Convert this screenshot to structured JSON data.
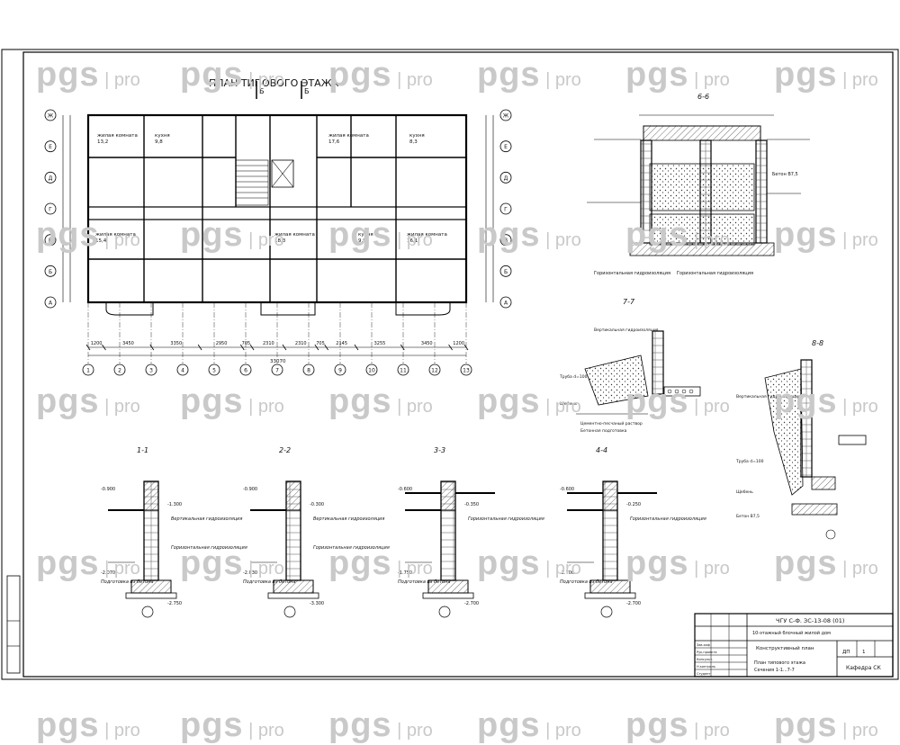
{
  "plan": {
    "title": "ПЛАН ТИПОВОГО ЭТАЖА",
    "cut_left": "Б",
    "cut_right": "Б",
    "rooms": [
      {
        "name": "жилая комната",
        "area": "13,2"
      },
      {
        "name": "кухня",
        "area": "9,8"
      },
      {
        "name": "жилая комната",
        "area": "17,6"
      },
      {
        "name": "кухня",
        "area": "8,3"
      },
      {
        "name": "жилая комната",
        "area": "15,4"
      },
      {
        "name": "жилая комната",
        "area": "18,3"
      },
      {
        "name": "кухня",
        "area": "9,9"
      },
      {
        "name": "жилая комната",
        "area": "16,1"
      }
    ],
    "axes_letters": [
      "А",
      "Б",
      "В",
      "Г",
      "Д",
      "Е",
      "Ж"
    ],
    "axes_numbers": [
      "1",
      "2",
      "3",
      "4",
      "5",
      "6",
      "7",
      "8",
      "9",
      "10",
      "11",
      "12",
      "13"
    ],
    "dims_bottom": [
      "1200",
      "3450",
      "3350",
      "2950",
      "705",
      "2310",
      "2310",
      "705",
      "2145",
      "3255",
      "3450",
      "1200"
    ],
    "total": "33070"
  },
  "sections": [
    {
      "title": "1-1",
      "marks": [
        "-0.900",
        "-1.300",
        "-2.070",
        "-2.750"
      ],
      "notes": [
        "Вертикальная гидроизоляция",
        "Горизонтальная гидроизоляция",
        "Подготовка из бетона"
      ]
    },
    {
      "title": "2-2",
      "marks": [
        "-0.900",
        "-0.300",
        "-2.030",
        "-3.300"
      ],
      "notes": [
        "Вертикальная гидроизоляция",
        "Горизонтальная гидроизоляция",
        "Подготовка из бетона"
      ]
    },
    {
      "title": "3-3",
      "marks": [
        "-0.600",
        "-0.350",
        "-1.750",
        "-2.700"
      ],
      "notes": [
        "Горизонтальная гидроизоляция",
        "Подготовка из бетона"
      ]
    },
    {
      "title": "4-4",
      "marks": [
        "-0.600",
        "-0.250",
        "-2.700",
        "-2.700"
      ],
      "notes": [
        "Горизонтальная гидроизоляция",
        "Подготовка из бетона"
      ]
    }
  ],
  "details": [
    {
      "title": "6-6",
      "notes": [
        "Бетон В7,5",
        "Горизонтальная гидроизоляция",
        "Горизонтальная гидроизоляция"
      ]
    },
    {
      "title": "7-7",
      "notes": [
        "Вертикальная гидроизоляция",
        "Труба d=100",
        "Щебень",
        "Цементно-песчаный раствор",
        "Бетонная подготовка"
      ]
    },
    {
      "title": "8-8",
      "notes": [
        "Вертикальная гидроизоляция",
        "Труба d=100",
        "Щебень",
        "Бетон В7,5"
      ]
    }
  ],
  "stamp": {
    "code": "ЧГУ С-Ф. ЗС-13-08 (01)",
    "project": "10-этажный блочный жилой дом",
    "sheet_title": "Конструктивный план",
    "plan_note": "План типового этажа",
    "sections_note": "Сечения 1-1...7-7",
    "stage": "ДП",
    "sheet": "1",
    "org": "Кафедра СК",
    "roles": [
      "Зав.каф",
      "Рук.проекта",
      "Консульт.",
      "Н.контроль",
      "Студент"
    ]
  },
  "watermark": {
    "brand": "pgs",
    "sub": "pro"
  }
}
